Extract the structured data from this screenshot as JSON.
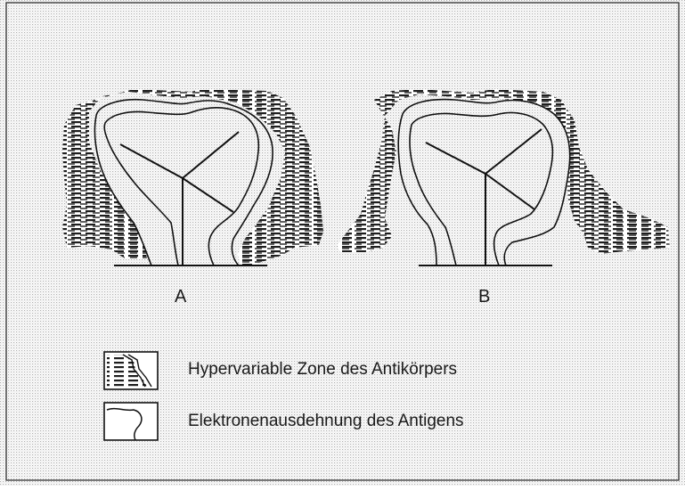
{
  "colors": {
    "background_dots": "#bdbdbd",
    "frame": "#222222",
    "ink": "#111111",
    "dash": "#1e1e1e"
  },
  "panels": [
    {
      "id": "A",
      "label": "A"
    },
    {
      "id": "B",
      "label": "B"
    }
  ],
  "legend": {
    "items": [
      {
        "swatch": "hatched-zone-icon",
        "text": "Hypervariable Zone des Antikörpers"
      },
      {
        "swatch": "outline-zone-icon",
        "text": "Elektronenausdehnung des Antigens"
      }
    ]
  }
}
